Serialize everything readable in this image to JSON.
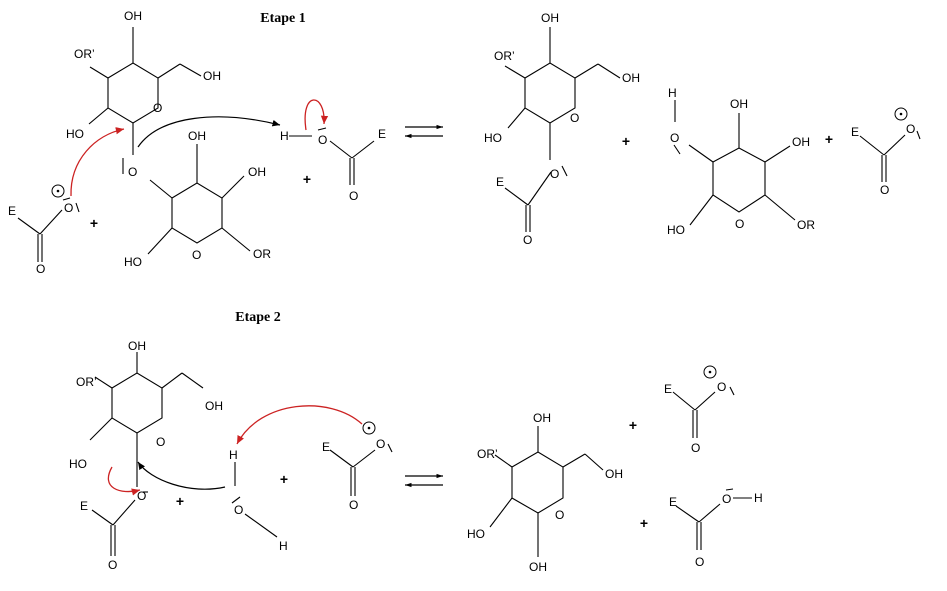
{
  "steps": [
    {
      "title": "Etape 1"
    },
    {
      "title": "Etape 2"
    }
  ],
  "labels": {
    "OH": "OH",
    "OR_prime": "OR’",
    "HO": "HO",
    "OR": "OR",
    "O": "O",
    "E": "E",
    "H": "H",
    "plus": "+",
    "minus_charge": "•"
  },
  "colors": {
    "electron_arrow": "#cc2222",
    "reaction_arrow": "#000000"
  }
}
